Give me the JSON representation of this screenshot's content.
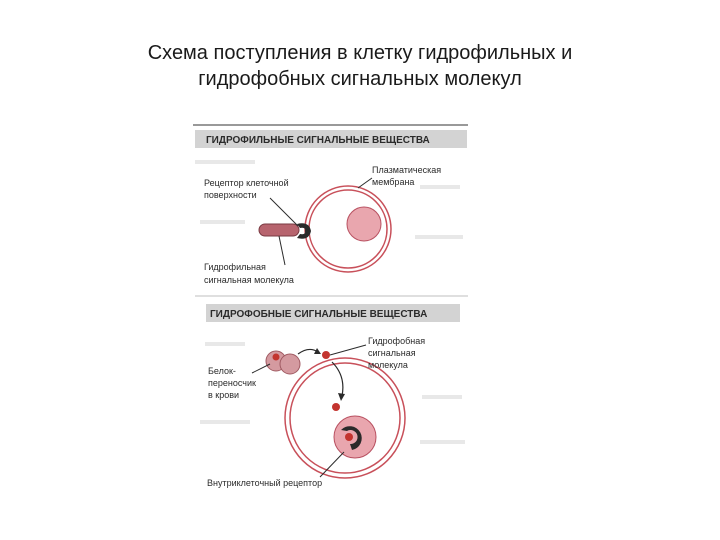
{
  "title": {
    "line1": "Схема поступления в клетку гидрофильных и",
    "line2": "гидрофобных сигнальных молекул"
  },
  "diagram": {
    "hydrophilic": {
      "header": "ГИДРОФИЛЬНЫЕ СИГНАЛЬНЫЕ ВЕЩЕСТВА",
      "receptor_label": [
        "Рецептор клеточной",
        "поверхности"
      ],
      "membrane_label": [
        "Плазматическая",
        "мембрана"
      ],
      "molecule_label": [
        "Гидрофильная",
        "сигнальная молекула"
      ]
    },
    "hydrophobic": {
      "header": "ГИДРОФОБНЫЕ СИГНАЛЬНЫЕ ВЕЩЕСТВА",
      "molecule_label": [
        "Гидрофобная",
        "сигнальная",
        "молекула"
      ],
      "carrier_label": [
        "Белок-",
        "переносчик",
        "в крови"
      ],
      "receptor_label": "Внутриклеточный рецептор"
    },
    "colors": {
      "membrane": "#c8505a",
      "nucleus": "#e9a6ae",
      "molecule": "#b7646e",
      "receptor": "#2a2a2a",
      "header_band": "#d3d3d3"
    }
  }
}
